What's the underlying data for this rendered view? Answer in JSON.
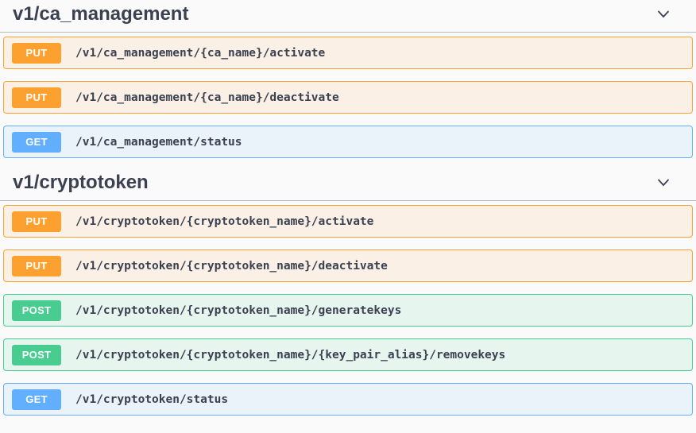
{
  "page": {
    "background": "#fafafa"
  },
  "colors": {
    "heading": "#3b4151",
    "path_text": "#3b4151",
    "PUT": "#fca130",
    "GET": "#61affe",
    "POST": "#49cc90"
  },
  "icons": {
    "section_collapse": "chevron-down-icon"
  },
  "sections": [
    {
      "title": "v1/ca_management",
      "operations": [
        {
          "method": "PUT",
          "path": "/v1/ca_management/{ca_name}/activate"
        },
        {
          "method": "PUT",
          "path": "/v1/ca_management/{ca_name}/deactivate"
        },
        {
          "method": "GET",
          "path": "/v1/ca_management/status"
        }
      ]
    },
    {
      "title": "v1/cryptotoken",
      "operations": [
        {
          "method": "PUT",
          "path": "/v1/cryptotoken/{cryptotoken_name}/activate"
        },
        {
          "method": "PUT",
          "path": "/v1/cryptotoken/{cryptotoken_name}/deactivate"
        },
        {
          "method": "POST",
          "path": "/v1/cryptotoken/{cryptotoken_name}/generatekeys"
        },
        {
          "method": "POST",
          "path": "/v1/cryptotoken/{cryptotoken_name}/{key_pair_alias}/removekeys"
        },
        {
          "method": "GET",
          "path": "/v1/cryptotoken/status"
        }
      ]
    }
  ]
}
